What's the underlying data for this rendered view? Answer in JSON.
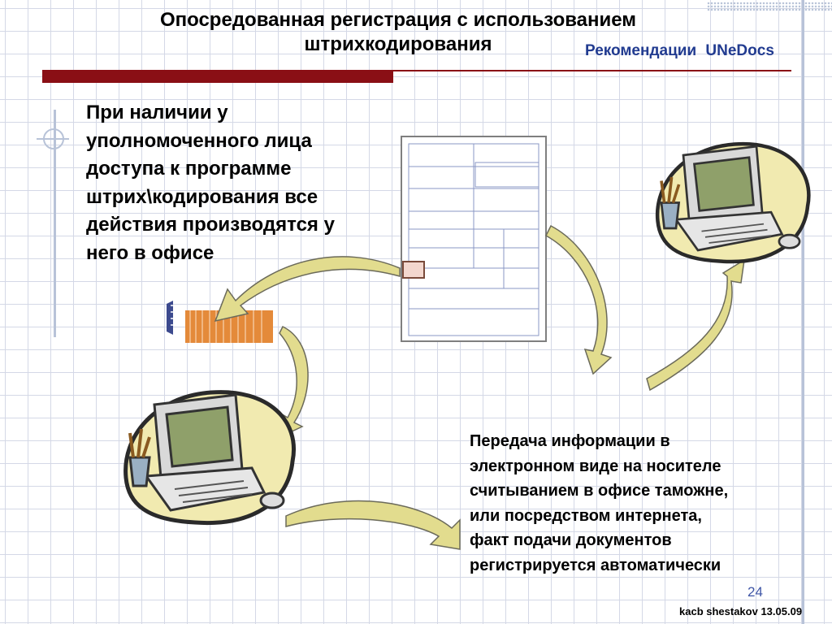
{
  "slide": {
    "title": "Опосредованная регистрация с использованием\nштрихкодирования",
    "subtitle": "Рекомендации  UNeDocs",
    "left_text": "При наличии у\nуполномоченного лица\nдоступа к программе\nштрих\\кодирования все\nдействия производятся у\nнего в офисе",
    "right_text": "Передача информации  в\nэлектронном виде на носителе\nсчитыванием в офисе таможне,\nили посредством интернета,\nфакт подачи документов\nрегистрируется автоматически",
    "page_number": "24",
    "footer": "kacb shestakov 13.05.09"
  },
  "colors": {
    "accent_bar": "#8a0f15",
    "subtitle": "#213b90",
    "arrow_fill": "#e2dc8e",
    "blob_fill": "#f1eab0",
    "barcode": "#e48a3a"
  },
  "icons": [
    "computer-clipart",
    "document-form-icon",
    "barcode-icon",
    "curved-arrow"
  ]
}
